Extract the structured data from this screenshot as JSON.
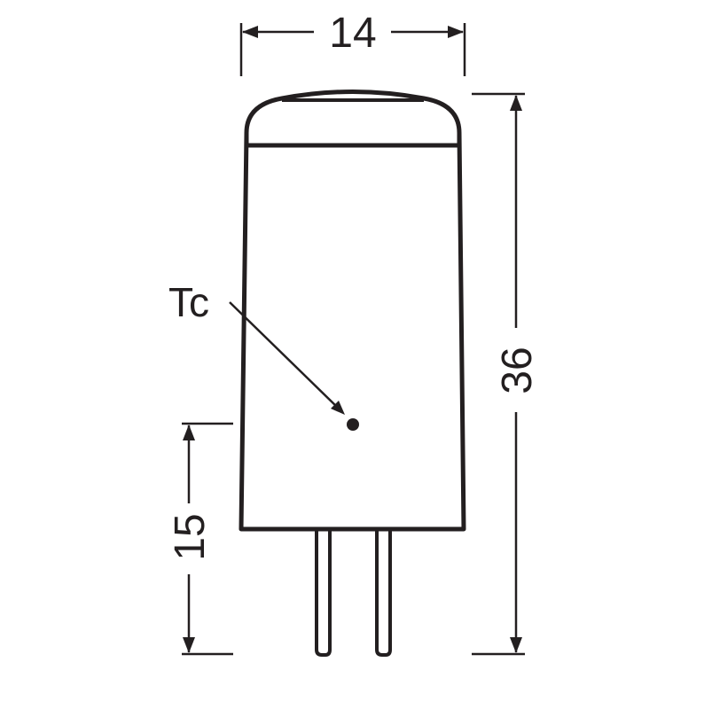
{
  "diagram": {
    "type": "dimensional drawing",
    "subject": "G4 LED capsule lamp",
    "units": "mm",
    "line_color": "#231f20",
    "background_color": "#ffffff"
  },
  "dimensions": {
    "width": {
      "label": "14",
      "orientation": "horizontal",
      "position": "top"
    },
    "height": {
      "label": "36",
      "orientation": "vertical",
      "position": "right"
    },
    "tc_height": {
      "label": "15",
      "orientation": "vertical",
      "position": "left"
    }
  },
  "annotations": {
    "tc_point": {
      "label": "Tc",
      "marker": "filled-dot"
    }
  },
  "parts": {
    "cap": "rounded dome top",
    "body": "tapered cylindrical body",
    "pins": 2
  }
}
